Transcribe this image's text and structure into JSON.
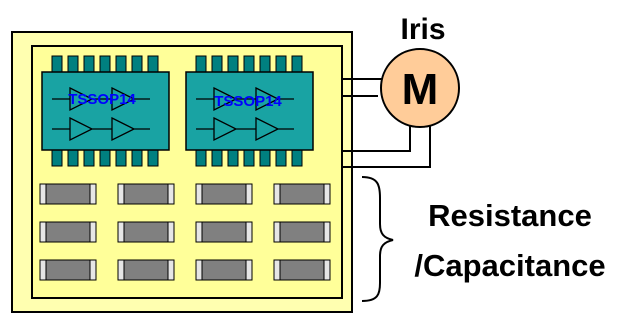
{
  "diagram": {
    "chips": [
      {
        "label": "TSSOP14"
      },
      {
        "label": "TSSOP14"
      }
    ],
    "motor": {
      "symbol": "M",
      "title": "Iris"
    },
    "components_label": {
      "line1": "Resistance",
      "line2": "/Capacitance"
    },
    "passive_grid": {
      "rows": 3,
      "cols": 4
    },
    "colors": {
      "board_fill": "#FFFF99",
      "board_outer": "#FFFFB0",
      "chip_fill": "#19A3A3",
      "chip_pin": "#008080",
      "chip_label": "#0000FF",
      "motor_fill": "#FFCC99",
      "passive_body": "#808080",
      "passive_cap": "#E6E6E6",
      "stroke": "#000000"
    }
  }
}
